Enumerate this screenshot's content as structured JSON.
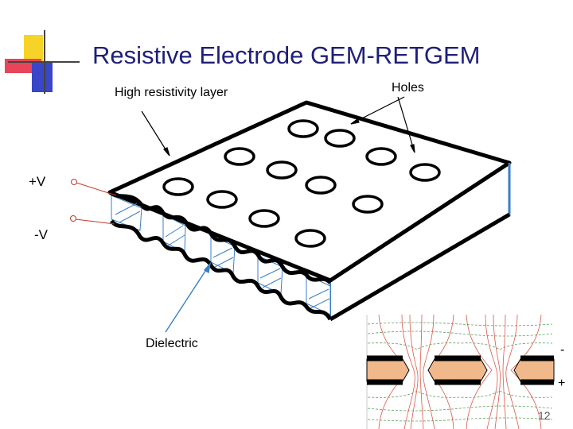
{
  "title": "Resistive Electrode GEM-RETGEM",
  "labels": {
    "high_resistivity_layer": "High resistivity layer",
    "holes": "Holes",
    "plus_v": "+V",
    "minus_v": "-V",
    "dielectric": "Dielectric",
    "inset_minus": "-",
    "inset_plus": "+"
  },
  "page_number": "12",
  "colors": {
    "title": "#1f1f7a",
    "deco_yellow": "#f5d327",
    "deco_red": "#e8445a",
    "deco_blue": "#3a46c8",
    "dielectric_hatch": "#3a7fc8",
    "inset_copper": "#f1b88b",
    "inset_field_lines": "#d95a4a",
    "inset_equipotentials": "#5aa15a"
  }
}
